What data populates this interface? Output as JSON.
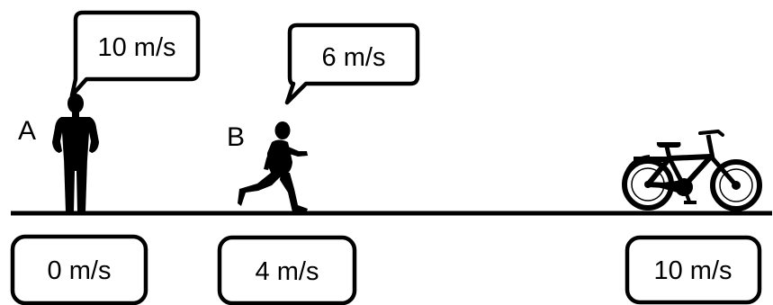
{
  "people": [
    {
      "id": "A",
      "label": "A",
      "speech": "10 m/s",
      "ground_speed": "0 m/s"
    },
    {
      "id": "B",
      "label": "B",
      "speech": "6 m/s",
      "ground_speed": "4 m/s"
    }
  ],
  "bicycle": {
    "ground_speed": "10 m/s"
  },
  "colors": {
    "ink": "#000000",
    "background": "#ffffff"
  }
}
